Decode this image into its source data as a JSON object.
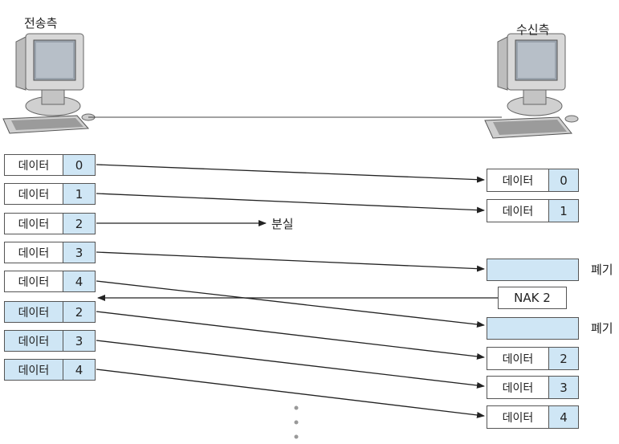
{
  "sender_label": "전송측",
  "receiver_label": "수신측",
  "lost_label": "분실",
  "discard_label": "폐기",
  "nak_label": "NAK 2",
  "sender_frames": [
    {
      "name": "데이터",
      "num": "0"
    },
    {
      "name": "데이터",
      "num": "1"
    },
    {
      "name": "데이터",
      "num": "2"
    },
    {
      "name": "데이터",
      "num": "3"
    },
    {
      "name": "데이터",
      "num": "4"
    },
    {
      "name": "데이터",
      "num": "2"
    },
    {
      "name": "데이터",
      "num": "3"
    },
    {
      "name": "데이터",
      "num": "4"
    }
  ],
  "receiver_frames": [
    {
      "name": "데이터",
      "num": "0"
    },
    {
      "name": "데이터",
      "num": "1"
    },
    {
      "name": "데이터",
      "num": "2"
    },
    {
      "name": "데이터",
      "num": "3"
    },
    {
      "name": "데이터",
      "num": "4"
    }
  ],
  "colors": {
    "highlight": "#cfe6f5",
    "line": "#222222"
  }
}
